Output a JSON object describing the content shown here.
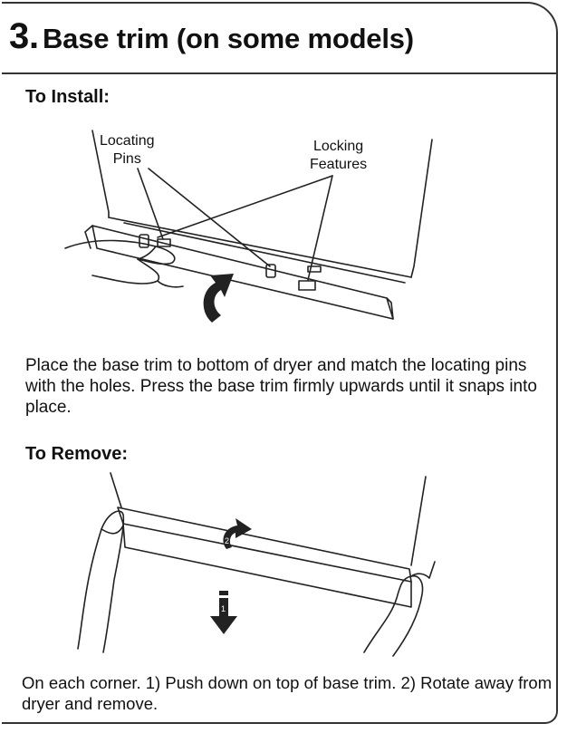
{
  "title": {
    "number": "3.",
    "text": "Base trim (on some models)"
  },
  "install": {
    "heading": "To Install:",
    "callout_locating": "Locating\nPins",
    "callout_locking": "Locking\nFeatures",
    "instructions": "Place the base trim to bottom of dryer and match the locating pins with the holes. Press the base trim firmly upwards until it snaps into place."
  },
  "remove": {
    "heading": "To Remove:",
    "step_labels": [
      "2",
      "1"
    ],
    "instructions": "On each corner. 1) Push down on top of base trim. 2) Rotate away from dryer and remove."
  },
  "colors": {
    "border": "#333333",
    "line_art": "#222222"
  }
}
